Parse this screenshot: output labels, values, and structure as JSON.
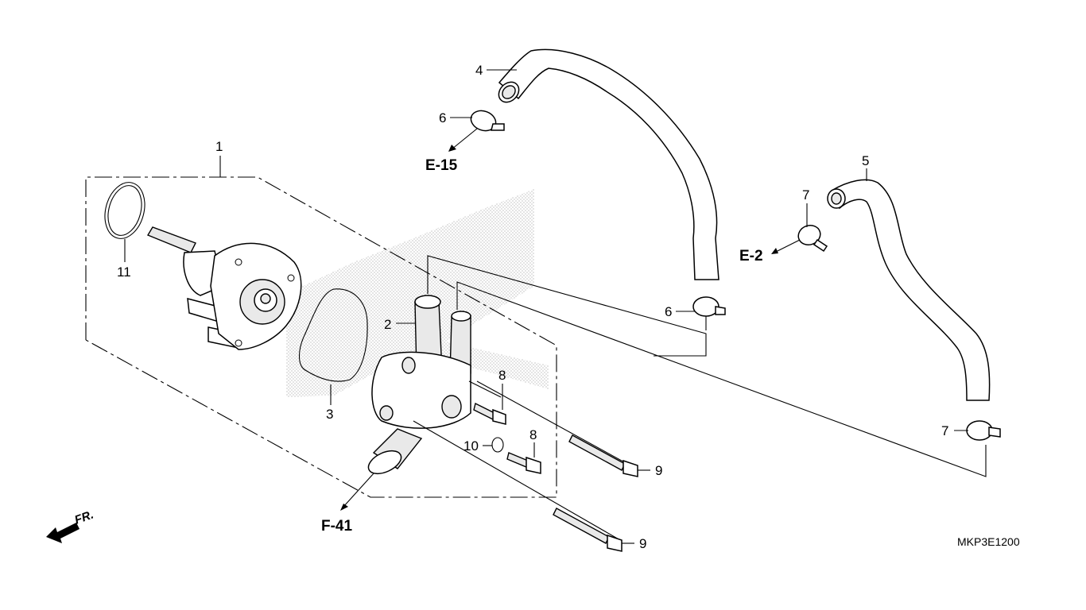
{
  "diagram": {
    "code": "MKP3E1200",
    "front_label": "FR.",
    "callouts": {
      "p1": "1",
      "p2": "2",
      "p3": "3",
      "p4": "4",
      "p5": "5",
      "p6a": "6",
      "p6b": "6",
      "p7a": "7",
      "p7b": "7",
      "p8a": "8",
      "p8b": "8",
      "p9a": "9",
      "p9b": "9",
      "p10": "10",
      "p11": "11"
    },
    "references": {
      "e15": "E-15",
      "e2": "E-2",
      "f41": "F-41"
    },
    "colors": {
      "line": "#000000",
      "background": "#ffffff",
      "shade": "#cfcfcf"
    }
  }
}
